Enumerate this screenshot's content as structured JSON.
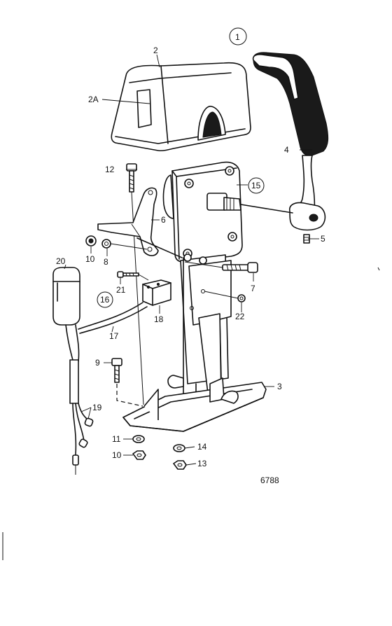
{
  "diagram": {
    "drawing_number": "6788",
    "callouts": [
      {
        "id": "c1",
        "label": "1",
        "circled": true
      },
      {
        "id": "c2",
        "label": "2"
      },
      {
        "id": "c2a",
        "label": "2A"
      },
      {
        "id": "c3",
        "label": "3"
      },
      {
        "id": "c4",
        "label": "4"
      },
      {
        "id": "c5",
        "label": "5"
      },
      {
        "id": "c6",
        "label": "6"
      },
      {
        "id": "c7",
        "label": "7"
      },
      {
        "id": "c8",
        "label": "8"
      },
      {
        "id": "c9",
        "label": "9"
      },
      {
        "id": "c10a",
        "label": "10"
      },
      {
        "id": "c10b",
        "label": "10"
      },
      {
        "id": "c11",
        "label": "11"
      },
      {
        "id": "c12",
        "label": "12"
      },
      {
        "id": "c13",
        "label": "13"
      },
      {
        "id": "c14",
        "label": "14"
      },
      {
        "id": "c15",
        "label": "15",
        "circled": true
      },
      {
        "id": "c16",
        "label": "16",
        "circled": true
      },
      {
        "id": "c17",
        "label": "17"
      },
      {
        "id": "c18",
        "label": "18"
      },
      {
        "id": "c19",
        "label": "19"
      },
      {
        "id": "c20",
        "label": "20"
      },
      {
        "id": "c21",
        "label": "21"
      },
      {
        "id": "c22",
        "label": "22"
      }
    ]
  }
}
